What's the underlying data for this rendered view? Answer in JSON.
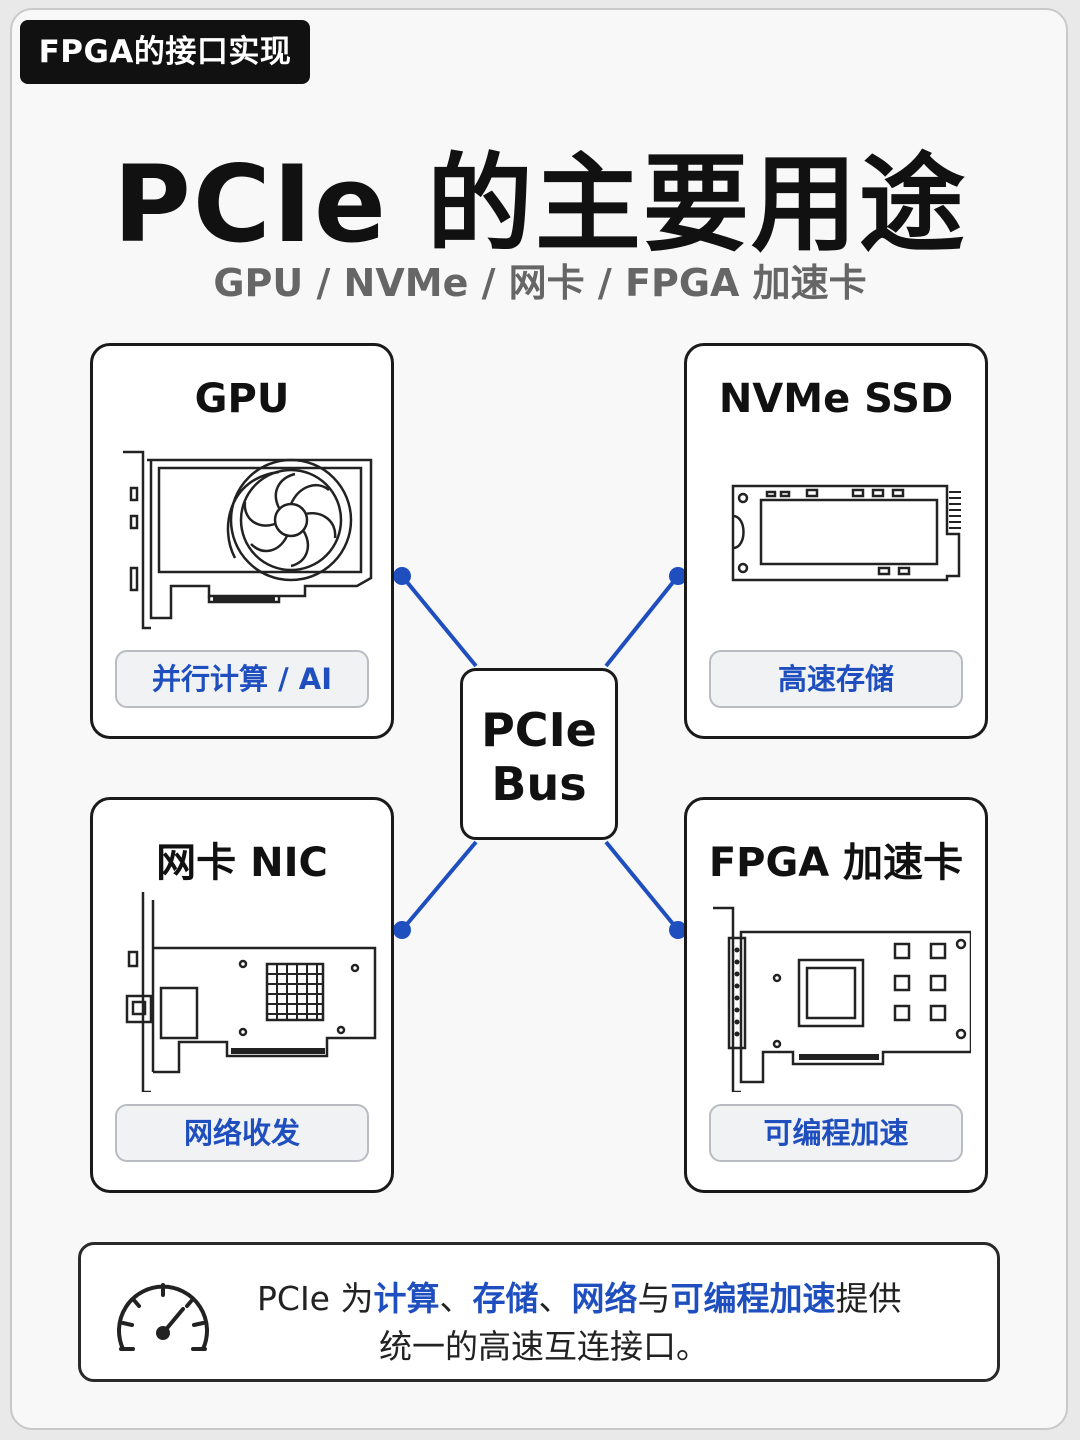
{
  "tag": "FPGA的接口实现",
  "title": "PCIe 的主要用途",
  "subtitle": "GPU / NVMe / 网卡 / FPGA 加速卡",
  "cards": [
    {
      "title": "GPU",
      "label": "并行计算 / AI"
    },
    {
      "title": "NVMe SSD",
      "label": "高速存储"
    },
    {
      "title": "网卡 NIC",
      "label": "网络收发"
    },
    {
      "title": "FPGA 加速卡",
      "label": "可编程加速"
    }
  ],
  "bus": {
    "line1": "PCIe",
    "line2": "Bus"
  },
  "footer": {
    "p1": "PCIe 为",
    "h1": "计算",
    "s1": "、",
    "h2": "存储",
    "s2": "、",
    "h3": "网络",
    "p2": "与",
    "h4": "可编程加速",
    "p3": "提供",
    "line2": "统一的高速互连接口。"
  },
  "colors": {
    "accent": "#1f4fbf",
    "link": "#1f4fbf"
  }
}
